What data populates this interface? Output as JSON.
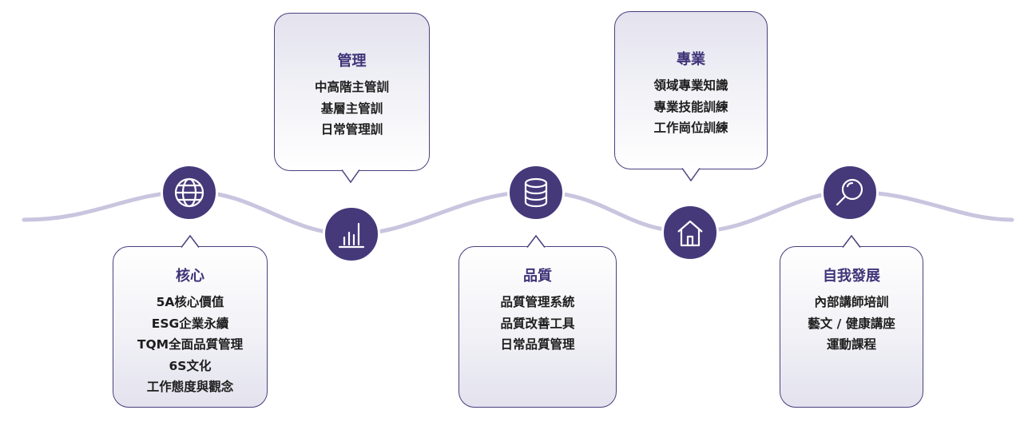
{
  "stages": [
    {
      "key": "core",
      "icon": "globe-icon",
      "title": "核心",
      "items": [
        "5A核心價值",
        "ESG企業永續",
        "TQM全面品質管理",
        "6S文化",
        "工作態度與觀念"
      ]
    },
    {
      "key": "management",
      "icon": "bar-chart-icon",
      "title": "管理",
      "items": [
        "中高階主管訓",
        "基層主管訓",
        "日常管理訓"
      ]
    },
    {
      "key": "quality",
      "icon": "database-icon",
      "title": "品質",
      "items": [
        "品質管理系統",
        "品質改善工具",
        "日常品質管理"
      ]
    },
    {
      "key": "professional",
      "icon": "home-icon",
      "title": "專業",
      "items": [
        "領域專業知識",
        "專業技能訓練",
        "工作崗位訓練"
      ]
    },
    {
      "key": "self_development",
      "icon": "search-icon",
      "title": "自我發展",
      "items": [
        "內部講師培訓",
        "藝文 / 健康講座",
        "運動課程"
      ]
    }
  ],
  "colors": {
    "node": "#45397a",
    "wave": "#c9c5df",
    "border": "#4a3f7e",
    "title": "#3f3478"
  }
}
